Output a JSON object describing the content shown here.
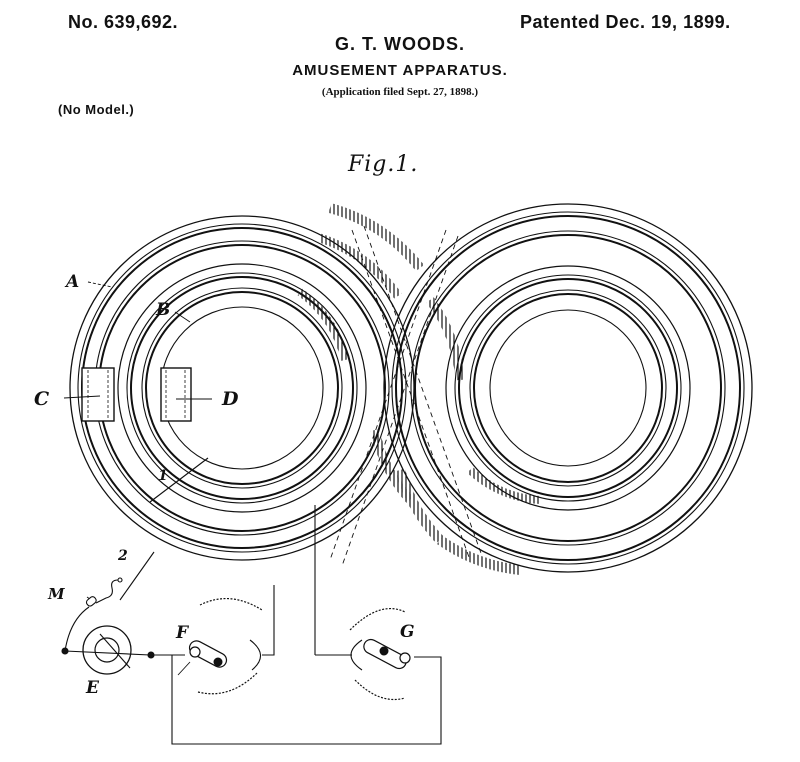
{
  "header": {
    "patent_number": "No. 639,692.",
    "patent_date": "Patented Dec. 19, 1899.",
    "inventor": "G. T. WOODS.",
    "title": "AMUSEMENT APPARATUS.",
    "application": "(Application filed Sept. 27, 1898.)",
    "model_note": "(No Model.)"
  },
  "figure": {
    "label": "Fig.1.",
    "reference_labels": {
      "A": "A",
      "B": "B",
      "C": "C",
      "D": "D",
      "E": "E",
      "F": "F",
      "G": "G",
      "M": "M",
      "one": "1",
      "two": "2"
    }
  },
  "colors": {
    "ink": "#111111",
    "paper": "#ffffff"
  }
}
